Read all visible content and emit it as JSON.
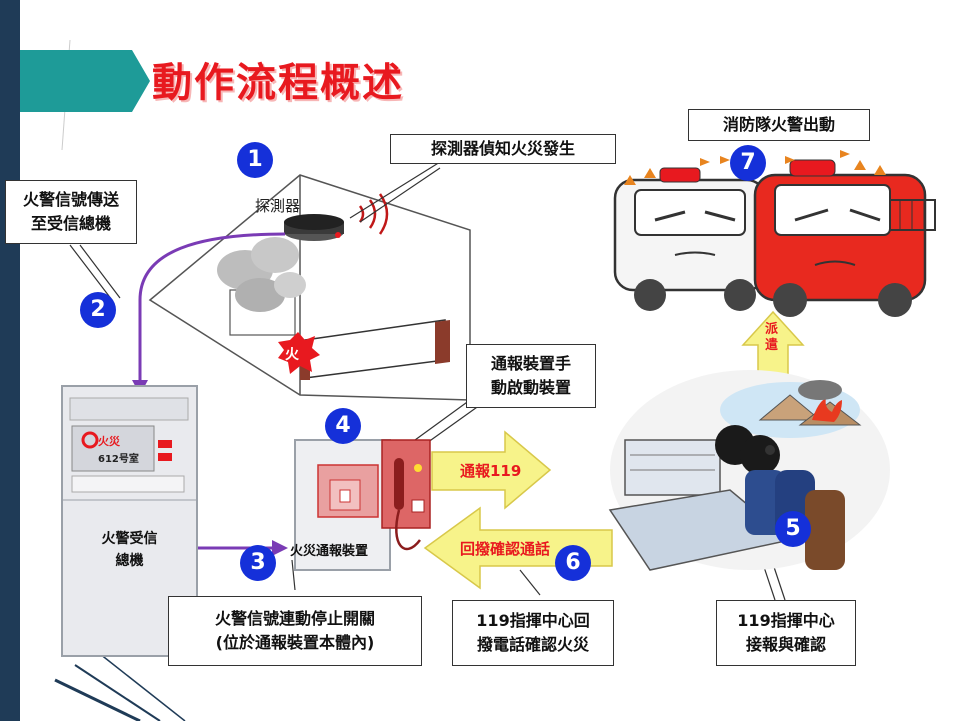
{
  "title": "動作流程概述",
  "callouts": {
    "detector_detect": "探測器偵知火災發生",
    "signal_send_l1": "火警信號傳送",
    "signal_send_l2": "至受信總機",
    "manual_start_l1": "通報裝置手",
    "manual_start_l2": "動啟動裝置",
    "dispatch": "消防隊火警出動",
    "stop_switch_l1": "火警信號連動停止開關",
    "stop_switch_l2": "(位於通報裝置本體內)",
    "callback_l1": "119指揮中心回",
    "callback_l2": "撥電話確認火災",
    "receive_l1": "119指揮中心",
    "receive_l2": "接報與確認"
  },
  "labels": {
    "detector": "探測器",
    "fire_mark": "火",
    "panel_l1": "火警受信",
    "panel_l2": "總機",
    "panel_display": "火災",
    "panel_room": "612号室",
    "device": "火災通報裝置",
    "report": "通報119",
    "callback": "回撥確認通話",
    "dispatch_arrow_l1": "派",
    "dispatch_arrow_l2": "遣"
  },
  "steps": [
    "1",
    "2",
    "3",
    "4",
    "5",
    "6",
    "7"
  ],
  "colors": {
    "sidebar": "#1f3b57",
    "teal": "#1e9b98",
    "title_red": "#e8191f",
    "step_blue": "#1530d9",
    "arrow_yellow": "#f7f38a",
    "purple": "#7a3bb5"
  }
}
